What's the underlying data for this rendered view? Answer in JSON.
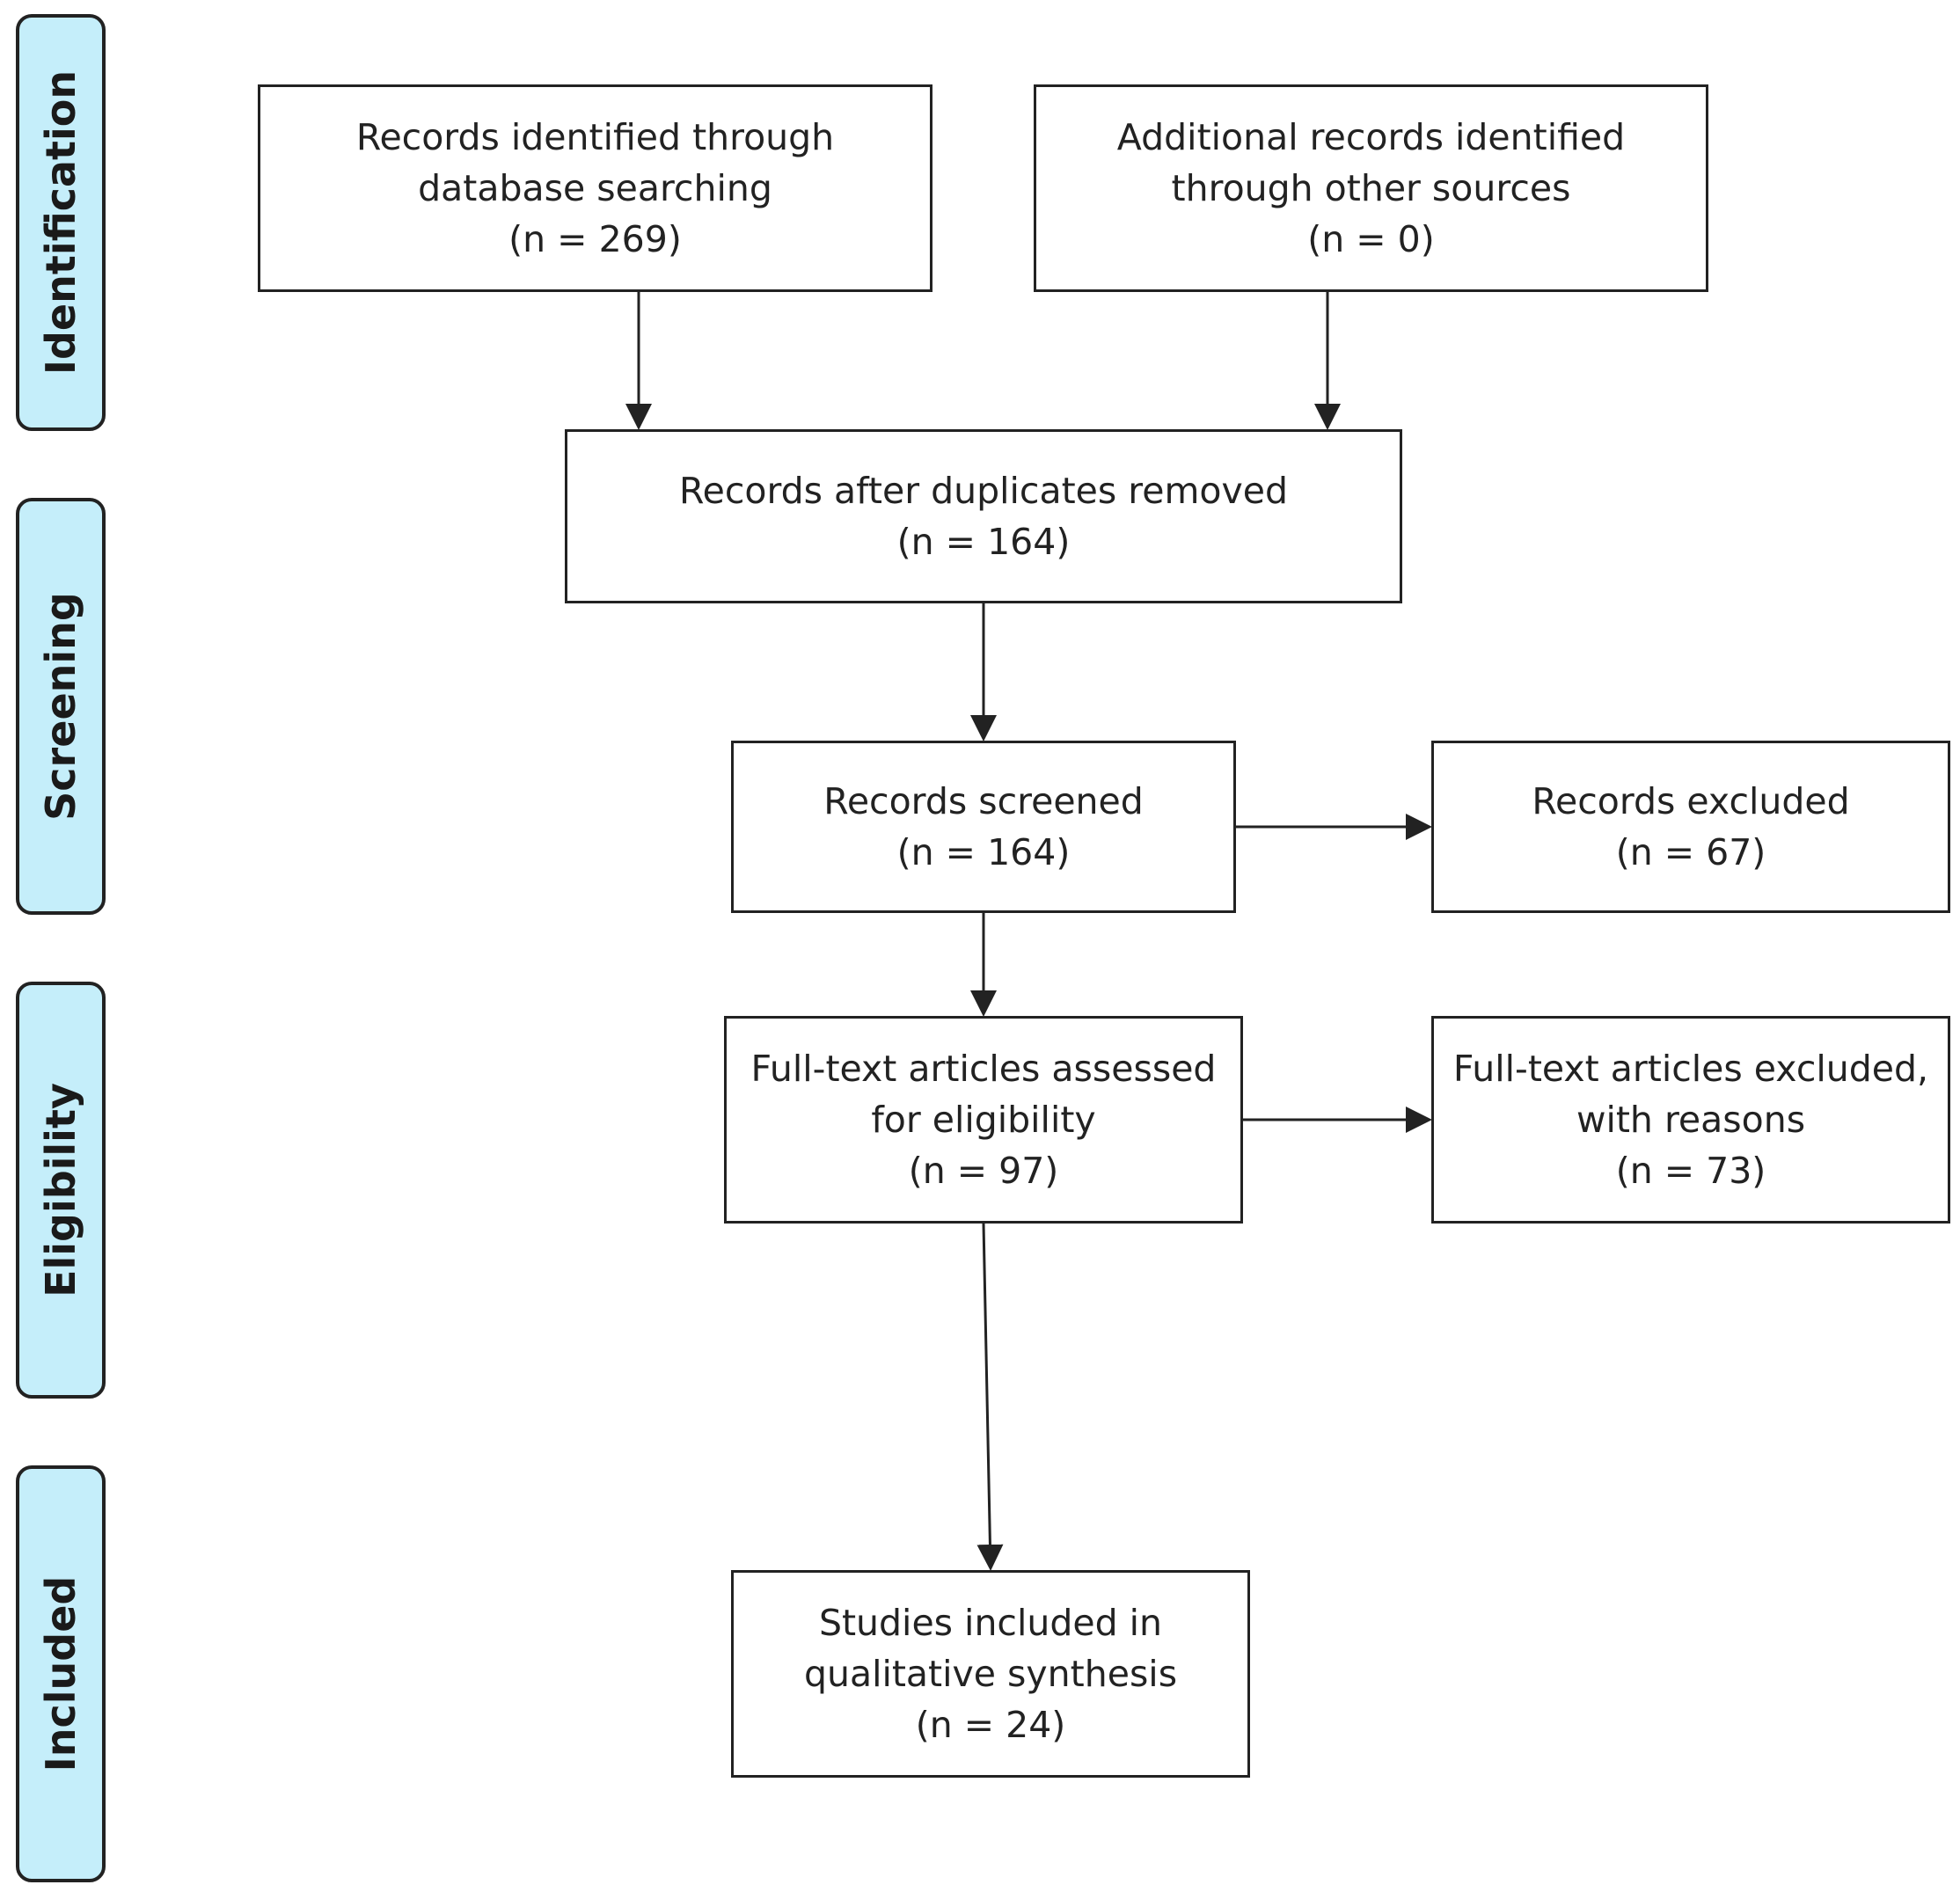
{
  "phases": {
    "identification": "Identification",
    "screening": "Screening",
    "eligibility": "Eligibility",
    "included": "Included"
  },
  "boxes": {
    "database_search": {
      "line1": "Records identified through",
      "line2": "database searching",
      "count": "(n = 269)"
    },
    "other_sources": {
      "line1": "Additional records identified",
      "line2": "through other sources",
      "count": "(n = 0)"
    },
    "duplicates_removed": {
      "line1": "Records after duplicates removed",
      "count": "(n = 164)"
    },
    "screened": {
      "line1": "Records screened",
      "count": "(n = 164)"
    },
    "excluded": {
      "line1": "Records excluded",
      "count": "(n = 67)"
    },
    "fulltext_assessed": {
      "line1": "Full-text articles assessed",
      "line2": "for eligibility",
      "count": "(n =  97)"
    },
    "fulltext_excluded": {
      "line1": "Full-text articles excluded,",
      "line2": "with reasons",
      "count": "(n =  73)"
    },
    "included_studies": {
      "line1": "Studies included in",
      "line2": "qualitative synthesis",
      "count": "(n = 24)"
    }
  },
  "colors": {
    "phase_fill": "#c5eefa",
    "border": "#222222",
    "text": "#222222"
  }
}
